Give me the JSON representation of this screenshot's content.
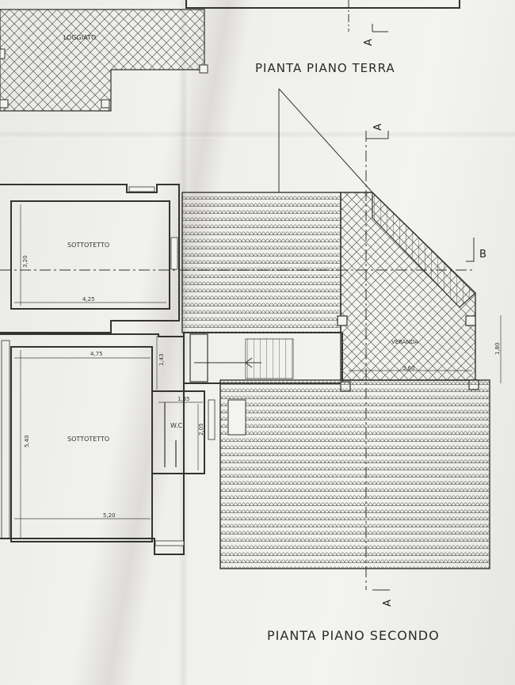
{
  "titles": {
    "ground_floor": "PIANTA PIANO TERRA",
    "second_floor": "PIANTA PIANO SECONDO"
  },
  "rooms": {
    "loggiato": "LOGGIATO",
    "sottotetto_upper": "SOTTOTETTO",
    "sottotetto_lower": "SOTTOTETTO",
    "wc": "W.C.",
    "veranda": "VERANDA"
  },
  "dimensions": {
    "upper_height": "3,20",
    "upper_width": "4,25",
    "lower_top_width": "4,75",
    "lower_height": "5,40",
    "lower_bottom_width": "5,20",
    "stair_height": "1,43",
    "wc_width": "1,35",
    "wc_height": "2,05",
    "veranda_width": "3,60",
    "veranda_depth": "1,80"
  },
  "section_marks": {
    "a_top_small": "A",
    "a_top": "A",
    "a_bottom": "A",
    "b_right": "B"
  },
  "colors": {
    "ink": "#3a3a3a",
    "paper": "#efefec"
  }
}
